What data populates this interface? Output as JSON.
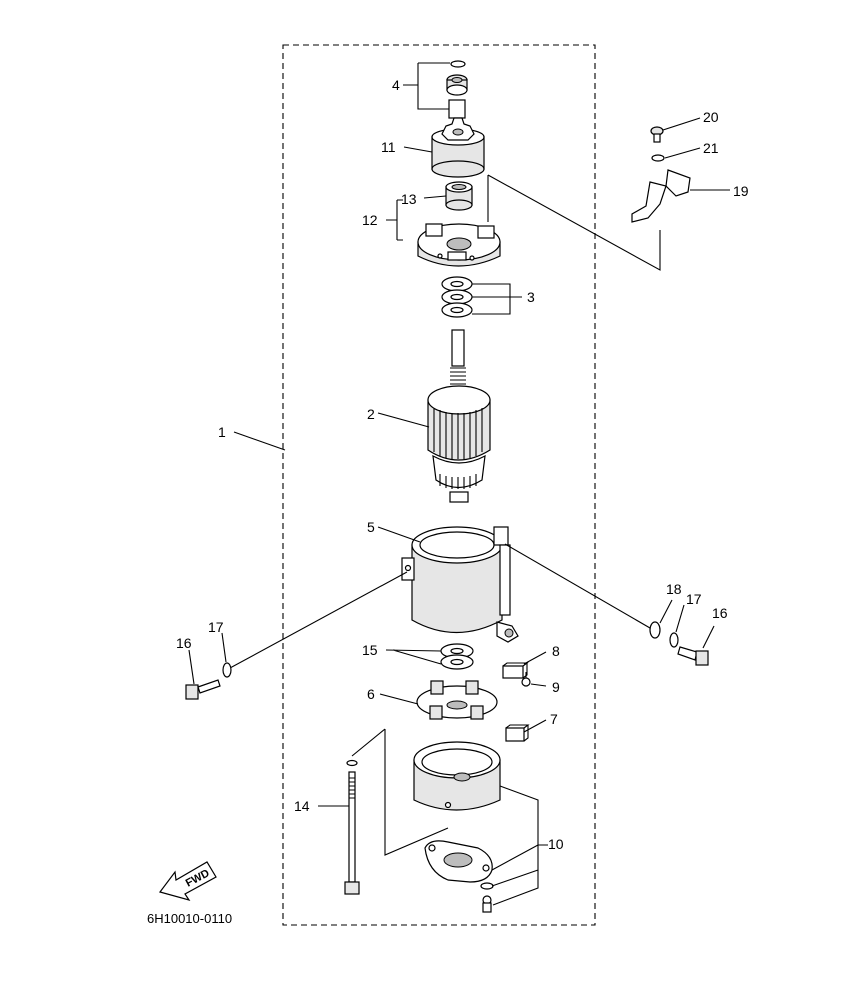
{
  "diagram_code": "6H10010-0110",
  "fwd_label": "FWD",
  "callouts": {
    "c1": "1",
    "c2": "2",
    "c3": "3",
    "c4": "4",
    "c5": "5",
    "c6": "6",
    "c7": "7",
    "c8": "8",
    "c9": "9",
    "c10": "10",
    "c11": "11",
    "c12": "12",
    "c13": "13",
    "c14": "14",
    "c15": "15",
    "c16a": "16",
    "c16b": "16",
    "c17a": "17",
    "c17b": "17",
    "c18": "18",
    "c19": "19",
    "c20": "20",
    "c21": "21"
  }
}
